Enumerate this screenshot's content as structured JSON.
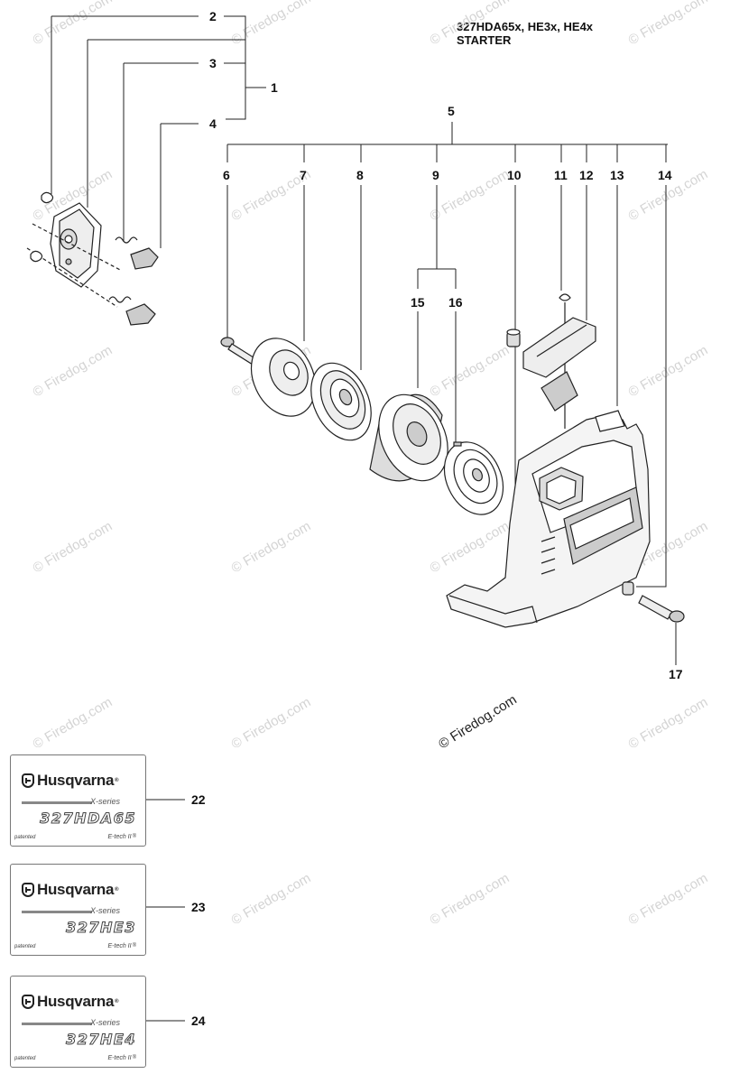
{
  "header": {
    "models": "327HDA65x, HE3x, HE4x",
    "section": "STARTER"
  },
  "watermark": "© Firedog.com",
  "callouts": {
    "c1": "1",
    "c2": "2",
    "c3": "3",
    "c4": "4",
    "c5": "5",
    "c6": "6",
    "c7": "7",
    "c8": "8",
    "c9": "9",
    "c10": "10",
    "c11": "11",
    "c12": "12",
    "c13": "13",
    "c14": "14",
    "c15": "15",
    "c16": "16",
    "c17": "17",
    "c22": "22",
    "c23": "23",
    "c24": "24"
  },
  "decals": [
    {
      "brand": "Husqvarna",
      "series": "X-series",
      "model": "327HDA65",
      "patented": "patented",
      "etech": "E-tech II"
    },
    {
      "brand": "Husqvarna",
      "series": "X-series",
      "model": "327HE3",
      "patented": "patented",
      "etech": "E-tech II"
    },
    {
      "brand": "Husqvarna",
      "series": "X-series",
      "model": "327HE4",
      "patented": "patented",
      "etech": "E-tech II"
    }
  ]
}
